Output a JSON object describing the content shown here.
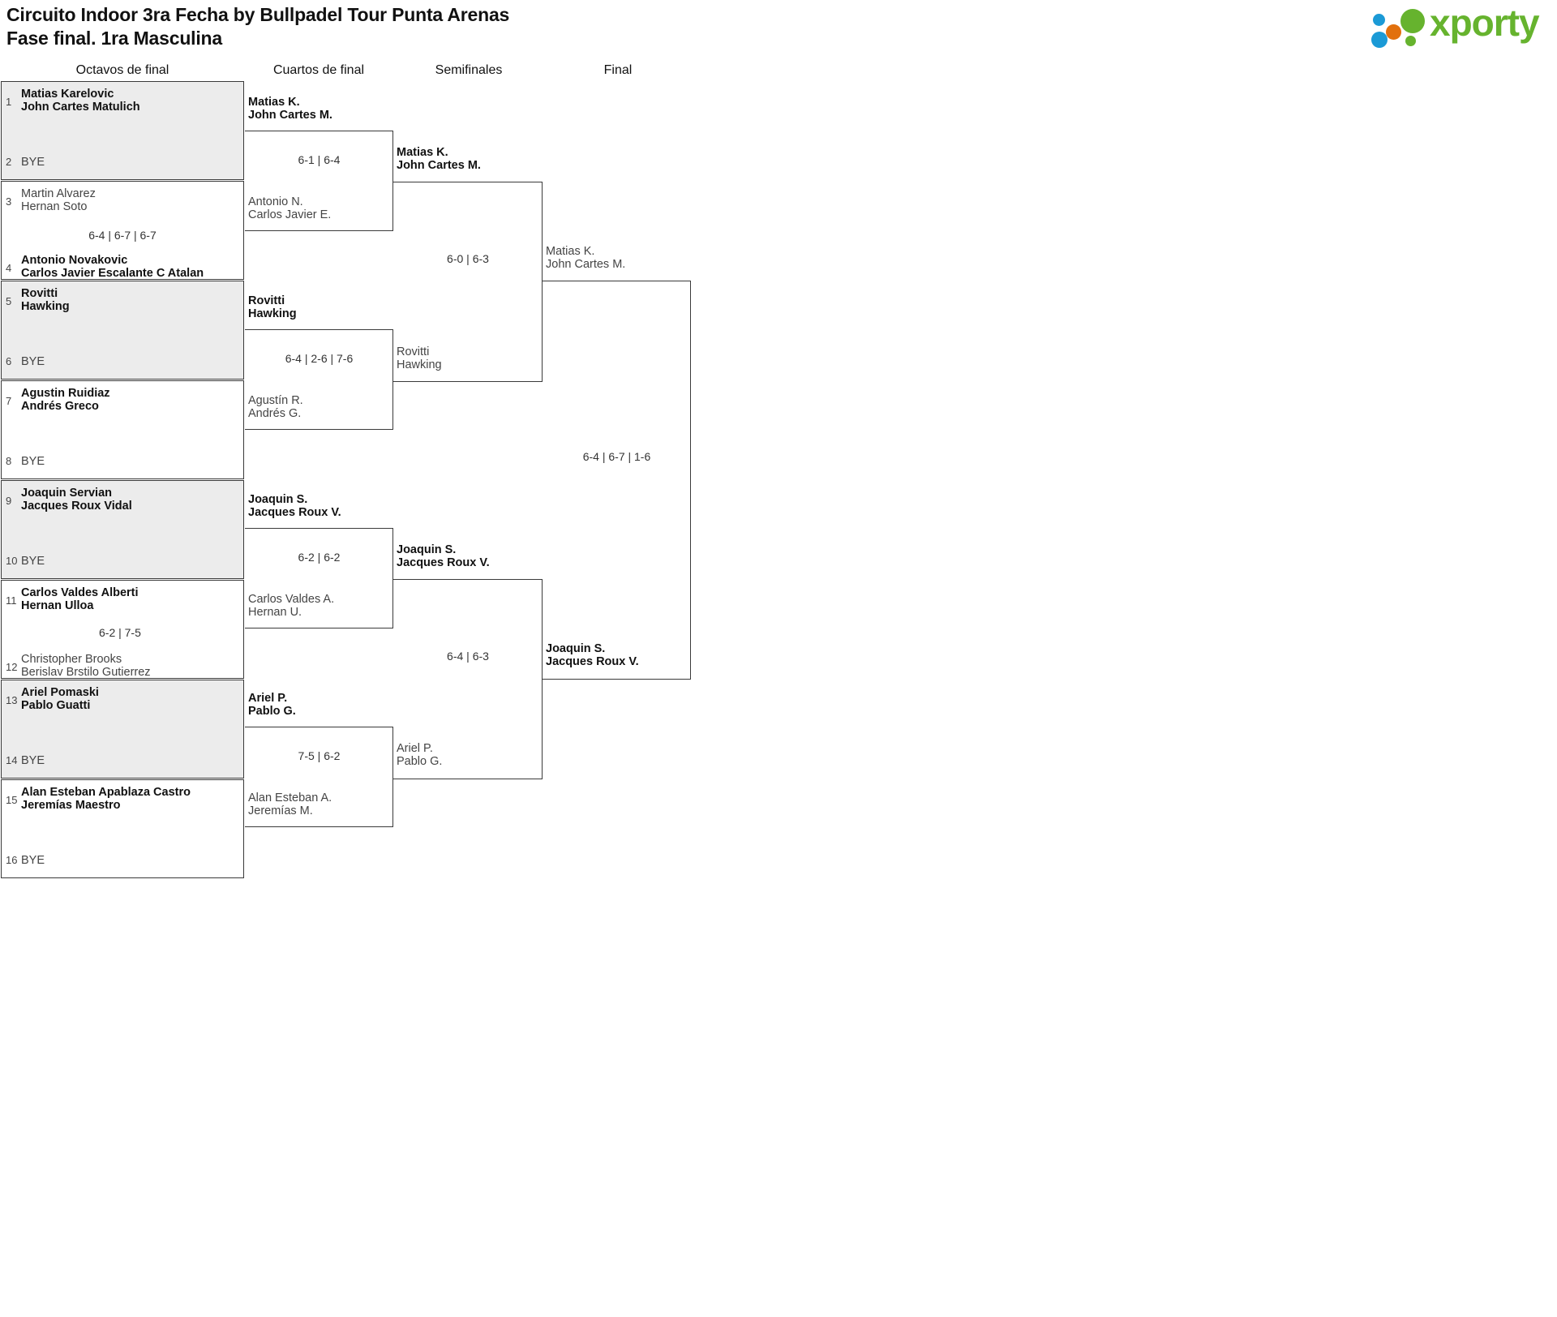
{
  "header": {
    "title_line1": "Circuito Indoor 3ra Fecha by Bullpadel Tour Punta Arenas",
    "title_line2": "Fase final. 1ra Masculina",
    "logo_text": "xporty",
    "logo_colors": {
      "green": "#66b32e",
      "blue": "#1b9ad6",
      "orange": "#e2700d"
    }
  },
  "rounds": [
    {
      "label": "Octavos de final"
    },
    {
      "label": "Cuartos de final"
    },
    {
      "label": "Semifinales"
    },
    {
      "label": "Final"
    }
  ],
  "round1": {
    "matches": [
      {
        "shaded": true,
        "score": "",
        "top": {
          "seed": "1",
          "line1": "Matias Karelovic",
          "line2": "John Cartes Matulich",
          "winner": true,
          "bye": false
        },
        "bottom": {
          "seed": "2",
          "line1": "BYE",
          "line2": "",
          "winner": false,
          "bye": true
        }
      },
      {
        "shaded": false,
        "score": "6-4 | 6-7 | 6-7",
        "top": {
          "seed": "3",
          "line1": "Martin Alvarez",
          "line2": "Hernan Soto",
          "winner": false,
          "bye": false
        },
        "bottom": {
          "seed": "4",
          "line1": "Antonio Novakovic",
          "line2": "Carlos Javier Escalante C Atalan",
          "winner": true,
          "bye": false
        }
      },
      {
        "shaded": true,
        "score": "",
        "top": {
          "seed": "5",
          "line1": "Rovitti",
          "line2": "Hawking",
          "winner": true,
          "bye": false
        },
        "bottom": {
          "seed": "6",
          "line1": "BYE",
          "line2": "",
          "winner": false,
          "bye": true
        }
      },
      {
        "shaded": false,
        "score": "",
        "top": {
          "seed": "7",
          "line1": "Agustin Ruidiaz",
          "line2": "Andrés Greco",
          "winner": true,
          "bye": false
        },
        "bottom": {
          "seed": "8",
          "line1": "BYE",
          "line2": "",
          "winner": false,
          "bye": true
        }
      },
      {
        "shaded": true,
        "score": "",
        "top": {
          "seed": "9",
          "line1": "Joaquin Servian",
          "line2": "Jacques Roux Vidal",
          "winner": true,
          "bye": false
        },
        "bottom": {
          "seed": "10",
          "line1": "BYE",
          "line2": "",
          "winner": false,
          "bye": true
        }
      },
      {
        "shaded": false,
        "score": "6-2 | 7-5",
        "top": {
          "seed": "11",
          "line1": "Carlos Valdes Alberti",
          "line2": "Hernan Ulloa",
          "winner": true,
          "bye": false
        },
        "bottom": {
          "seed": "12",
          "line1": "Christopher Brooks",
          "line2": "Berislav Brstilo Gutierrez",
          "winner": false,
          "bye": false
        }
      },
      {
        "shaded": true,
        "score": "",
        "top": {
          "seed": "13",
          "line1": "Ariel Pomaski",
          "line2": "Pablo Guatti",
          "winner": true,
          "bye": false
        },
        "bottom": {
          "seed": "14",
          "line1": "BYE",
          "line2": "",
          "winner": false,
          "bye": true
        }
      },
      {
        "shaded": false,
        "score": "",
        "top": {
          "seed": "15",
          "line1": "Alan Esteban Apablaza Castro",
          "line2": "Jeremías Maestro",
          "winner": true,
          "bye": false
        },
        "bottom": {
          "seed": "16",
          "line1": "BYE",
          "line2": "",
          "winner": false,
          "bye": true
        }
      }
    ]
  },
  "round2": {
    "matches": [
      {
        "score": "6-1 | 6-4",
        "top": {
          "line1": "Matias K.",
          "line2": "John Cartes M.",
          "winner": true
        },
        "bottom": {
          "line1": "Antonio N.",
          "line2": "Carlos Javier E.",
          "winner": false
        }
      },
      {
        "score": "6-4 | 2-6 | 7-6",
        "top": {
          "line1": "Rovitti",
          "line2": "Hawking",
          "winner": true
        },
        "bottom": {
          "line1": "Agustín R.",
          "line2": "Andrés G.",
          "winner": false
        }
      },
      {
        "score": "6-2 | 6-2",
        "top": {
          "line1": "Joaquin S.",
          "line2": "Jacques Roux V.",
          "winner": true
        },
        "bottom": {
          "line1": "Carlos Valdes A.",
          "line2": "Hernan U.",
          "winner": false
        }
      },
      {
        "score": "7-5 | 6-2",
        "top": {
          "line1": "Ariel P.",
          "line2": "Pablo G.",
          "winner": true
        },
        "bottom": {
          "line1": "Alan Esteban A.",
          "line2": "Jeremías M.",
          "winner": false
        }
      }
    ]
  },
  "round3": {
    "matches": [
      {
        "score": "6-0 | 6-3",
        "top": {
          "line1": "Matias K.",
          "line2": "John Cartes M.",
          "winner": true
        },
        "bottom": {
          "line1": "Rovitti",
          "line2": "Hawking",
          "winner": false
        }
      },
      {
        "score": "6-4 | 6-3",
        "top": {
          "line1": "Joaquin S.",
          "line2": "Jacques Roux V.",
          "winner": true
        },
        "bottom": {
          "line1": "Ariel P.",
          "line2": "Pablo G.",
          "winner": false
        }
      }
    ]
  },
  "round4": {
    "matches": [
      {
        "score": "6-4 | 6-7 | 1-6",
        "top": {
          "line1": "Matias K.",
          "line2": "John Cartes M.",
          "winner": false
        },
        "bottom": {
          "line1": "Joaquin S.",
          "line2": "Jacques Roux V.",
          "winner": true
        }
      }
    ]
  }
}
